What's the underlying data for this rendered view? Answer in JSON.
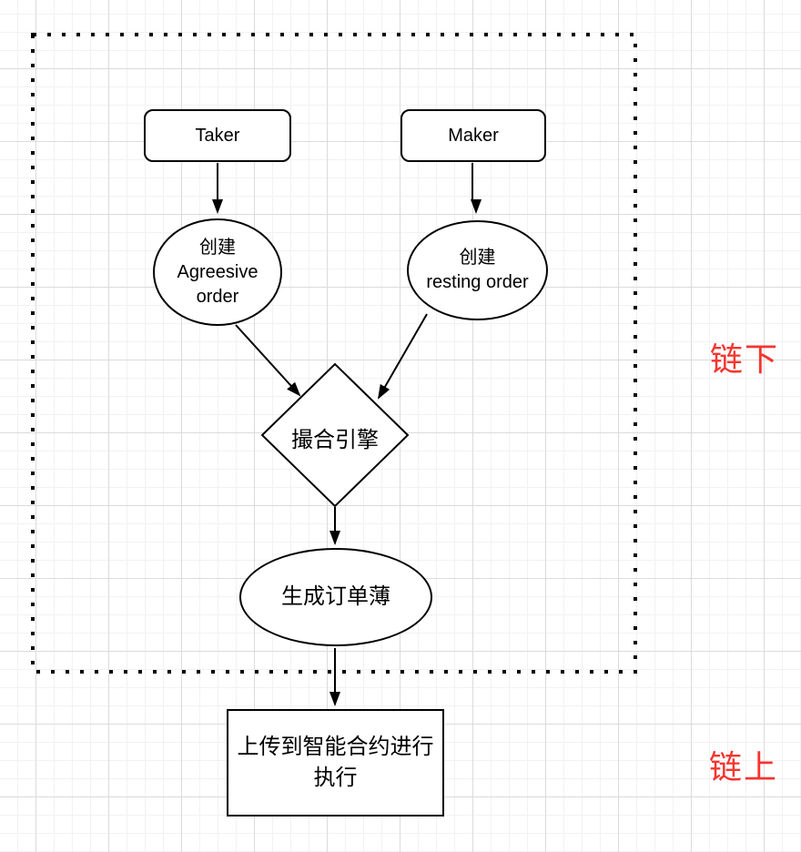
{
  "diagram": {
    "regions": {
      "offchain_label": "链下",
      "onchain_label": "链上"
    },
    "colors": {
      "region_label_red": "#f5352f",
      "shape_stroke": "#000000",
      "shape_fill": "#ffffff",
      "grid_minor": "#f2f2f4",
      "grid_major": "#dbdbde"
    },
    "nodes": {
      "taker": "Taker",
      "maker": "Maker",
      "aggressive_order": "创建\nAgreesive\norder",
      "resting_order": "创建\nresting order",
      "matching_engine": "撮合引擎",
      "order_book": "生成订单薄",
      "smart_contract": "上传到智能合约进行\n执行"
    }
  }
}
